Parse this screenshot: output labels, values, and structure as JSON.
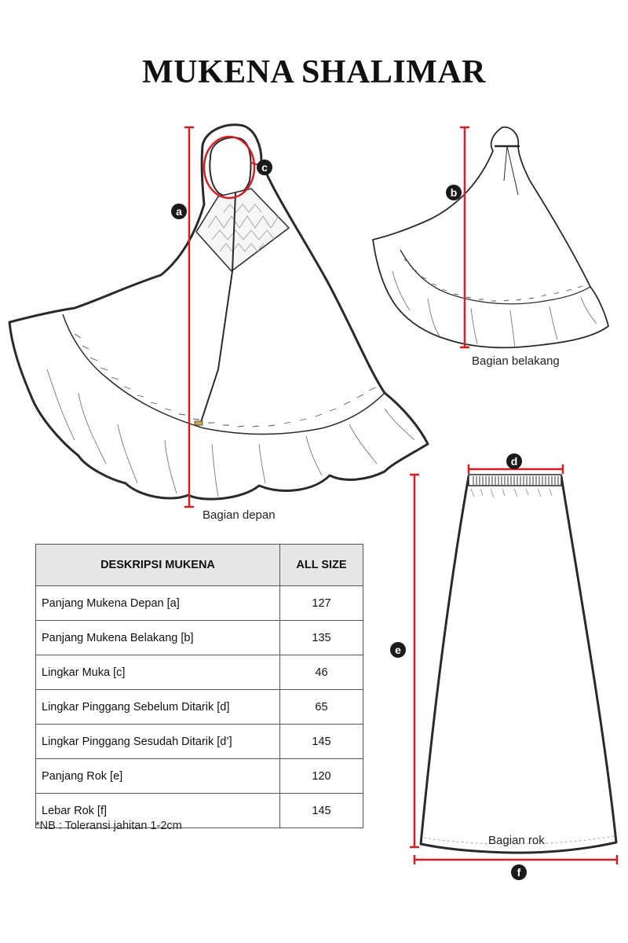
{
  "title": "MUKENA SHALIMAR",
  "captions": {
    "front": "Bagian depan",
    "back": "Bagian belakang",
    "skirt": "Bagian rok"
  },
  "markers": {
    "a": "a",
    "b": "b",
    "c": "c",
    "d": "d",
    "e": "e",
    "f": "f"
  },
  "table": {
    "headers": [
      "DESKRIPSI MUKENA",
      "ALL SIZE"
    ],
    "rows": [
      {
        "label": "Panjang Mukena Depan [a]",
        "value": "127"
      },
      {
        "label": "Panjang Mukena Belakang [b]",
        "value": "135"
      },
      {
        "label": "Lingkar Muka [c]",
        "value": "46"
      },
      {
        "label": "Lingkar Pinggang Sebelum Ditarik [d]",
        "value": "65"
      },
      {
        "label": "Lingkar Pinggang Sesudah Ditarik [d’]",
        "value": "145"
      },
      {
        "label": "Panjang Rok [e]",
        "value": "120"
      },
      {
        "label": "Lebar Rok [f]",
        "value": "145"
      }
    ]
  },
  "note": "*NB : Toleransi jahitan 1-2cm",
  "colors": {
    "measure_line": "#d21f26",
    "outline": "#2a2a2a",
    "table_header_bg": "#e6e6e7"
  }
}
